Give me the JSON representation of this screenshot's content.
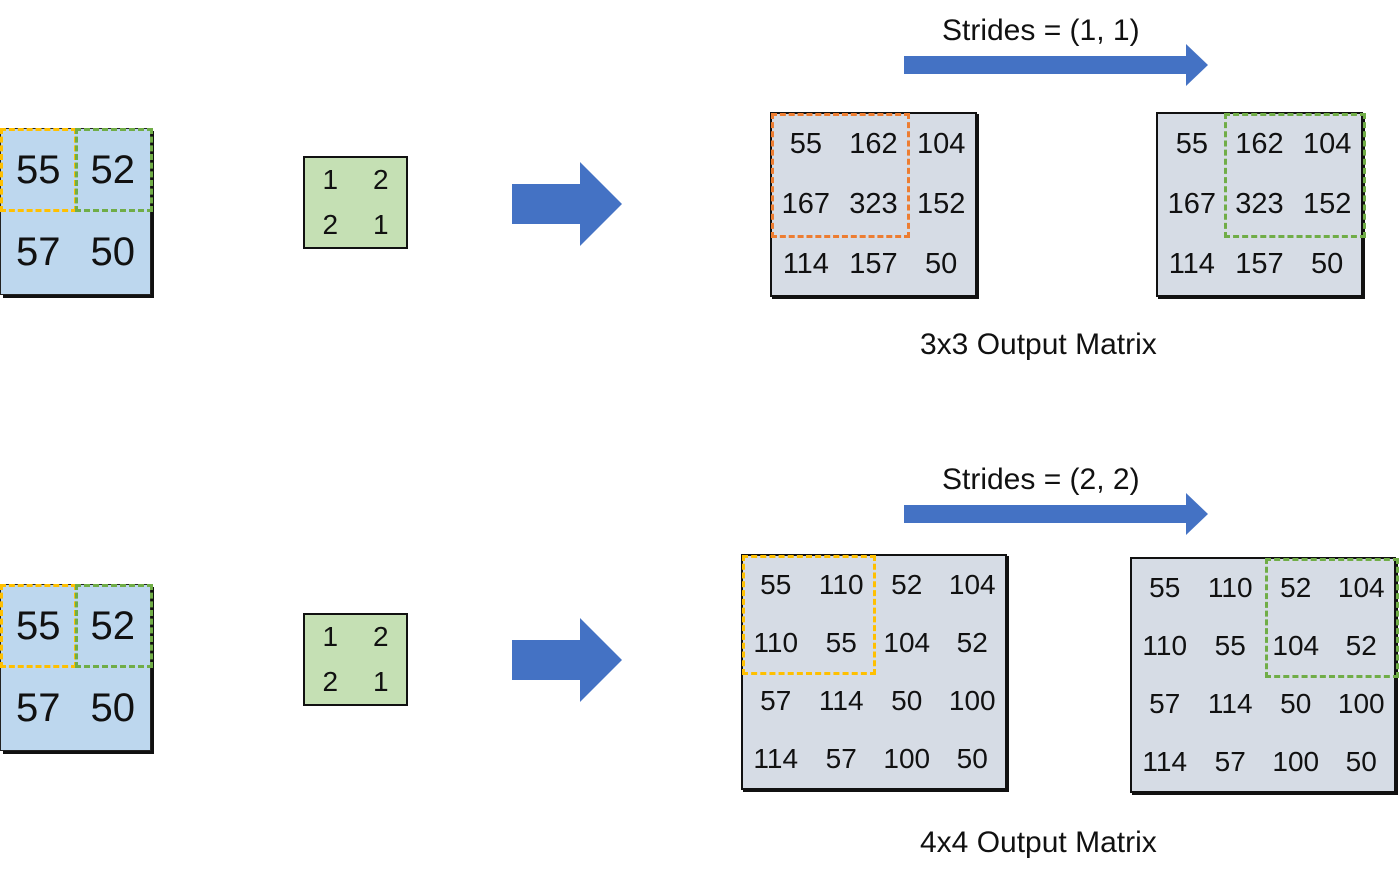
{
  "rows": [
    {
      "input": {
        "cells": [
          "55",
          "52",
          "57",
          "50"
        ]
      },
      "kernel": {
        "cells": [
          "1",
          "2",
          "2",
          "1"
        ]
      },
      "strides_label": "Strides = (1, 1)",
      "output_left": {
        "cells": [
          "55",
          "162",
          "104",
          "167",
          "323",
          "152",
          "114",
          "157",
          "50"
        ]
      },
      "output_right": {
        "cells": [
          "55",
          "162",
          "104",
          "167",
          "323",
          "152",
          "114",
          "157",
          "50"
        ]
      },
      "caption": "3x3 Output Matrix"
    },
    {
      "input": {
        "cells": [
          "55",
          "52",
          "57",
          "50"
        ]
      },
      "kernel": {
        "cells": [
          "1",
          "2",
          "2",
          "1"
        ]
      },
      "strides_label": "Strides = (2, 2)",
      "output_left": {
        "cells": [
          "55",
          "110",
          "52",
          "104",
          "110",
          "55",
          "104",
          "52",
          "57",
          "114",
          "50",
          "100",
          "114",
          "57",
          "100",
          "50"
        ]
      },
      "output_right": {
        "cells": [
          "55",
          "110",
          "52",
          "104",
          "110",
          "55",
          "104",
          "52",
          "57",
          "114",
          "50",
          "100",
          "114",
          "57",
          "100",
          "50"
        ]
      },
      "caption": "4x4 Output Matrix"
    }
  ],
  "colors": {
    "input_fill": "#bdd7ee",
    "kernel_fill": "#c5e0b4",
    "output_fill": "#d6dce5",
    "arrow": "#4472c4",
    "window_orange": "#ed7d31",
    "window_green": "#70ad47",
    "window_yellow": "#ffc000"
  }
}
